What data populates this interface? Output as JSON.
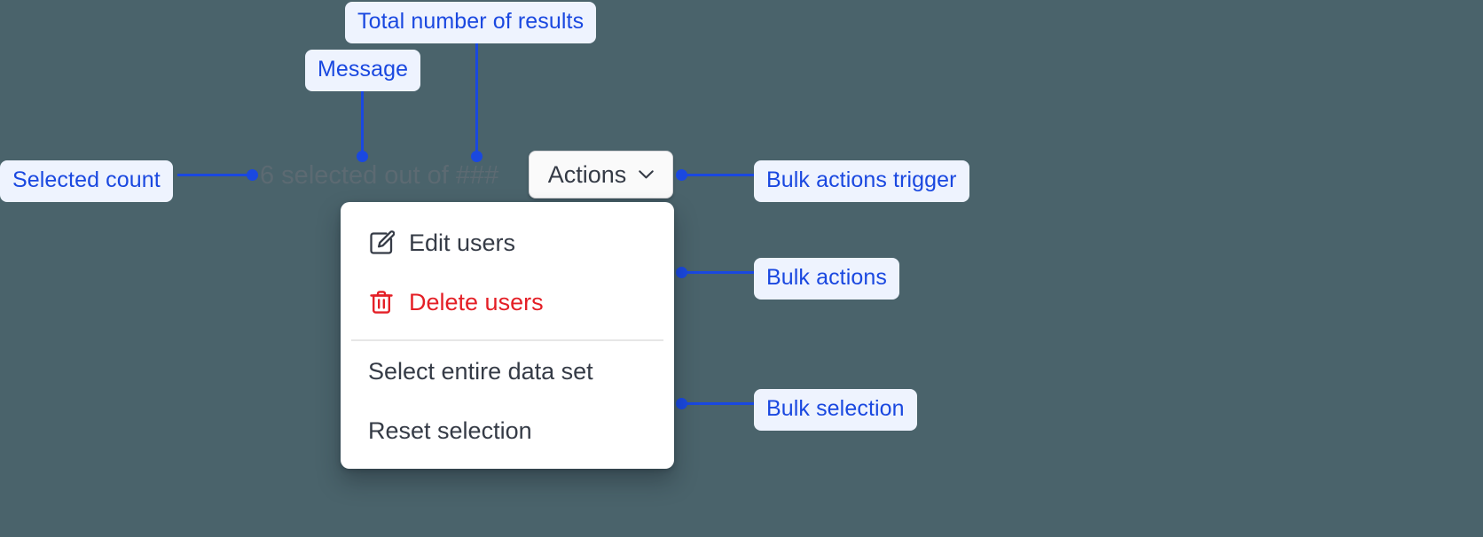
{
  "canvas": {
    "background_color": "#4a636b",
    "accent_color": "#1a48e0",
    "callout_bg_color": "#eef3fe",
    "danger_color": "#e41f26"
  },
  "selection_bar": {
    "message_prefix": "6 selected out of ",
    "selected_count": "6",
    "total_results_placeholder": "###",
    "full_message": "6 selected out of ###",
    "message_color": "#5c6a72"
  },
  "trigger": {
    "label": "Actions",
    "icon": "chevron-down-icon",
    "expanded": "true"
  },
  "menu": {
    "groups": [
      {
        "name": "bulk-actions",
        "items": [
          {
            "label": "Edit users",
            "icon": "edit-pencil-icon",
            "tone": "default"
          },
          {
            "label": "Delete users",
            "icon": "trash-icon",
            "tone": "danger"
          }
        ]
      },
      {
        "name": "bulk-selection",
        "items": [
          {
            "label": "Select entire data set",
            "icon": "none",
            "tone": "default"
          },
          {
            "label": "Reset selection",
            "icon": "none",
            "tone": "default"
          }
        ]
      }
    ]
  },
  "annotations": [
    {
      "id": "total-number-of-results",
      "label": "Total number of results"
    },
    {
      "id": "message",
      "label": "Message"
    },
    {
      "id": "selected-count",
      "label": "Selected count"
    },
    {
      "id": "bulk-actions-trigger",
      "label": "Bulk actions trigger"
    },
    {
      "id": "bulk-actions",
      "label": "Bulk actions"
    },
    {
      "id": "bulk-selection",
      "label": "Bulk selection"
    }
  ]
}
